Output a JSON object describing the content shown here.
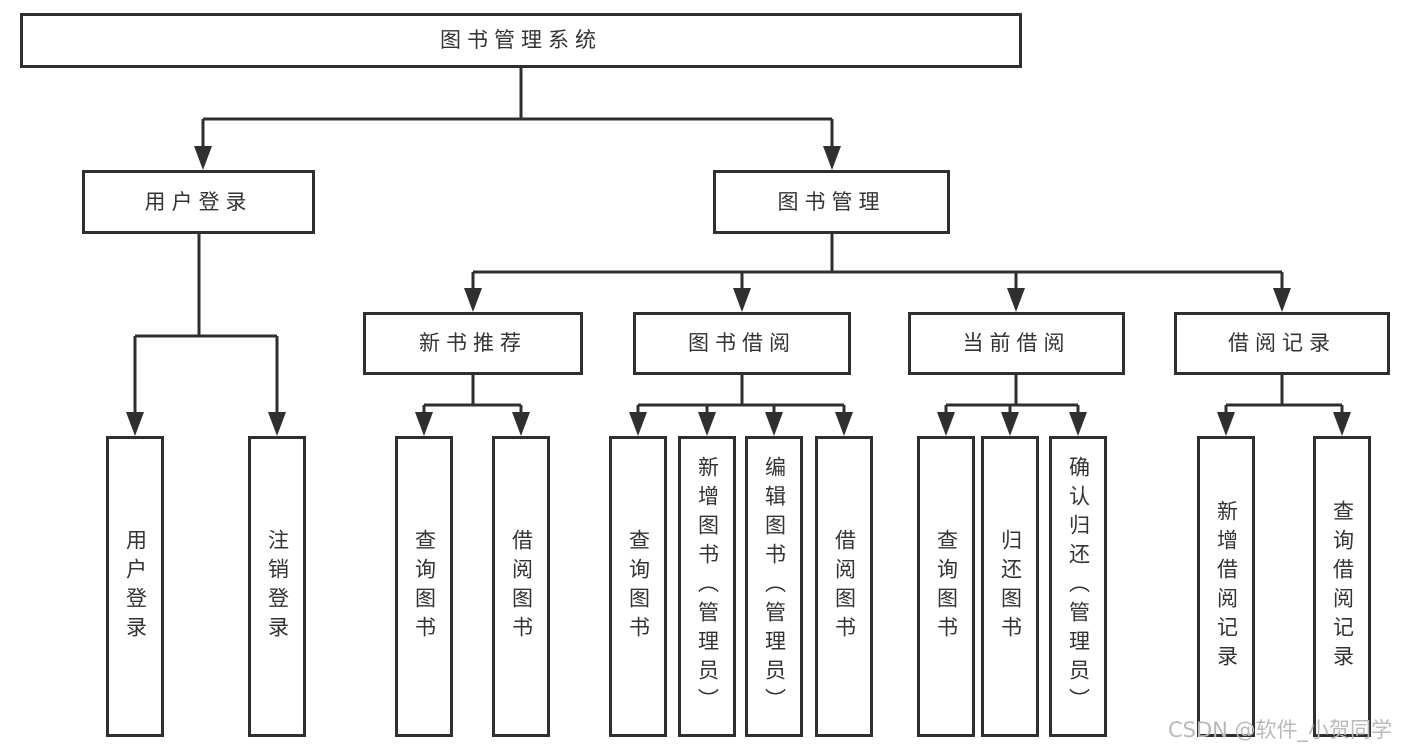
{
  "tree": {
    "label": "图书管理系统",
    "children": [
      {
        "label": "用户登录",
        "children": [
          {
            "label": "用户登录"
          },
          {
            "label": "注销登录"
          }
        ]
      },
      {
        "label": "图书管理",
        "children": [
          {
            "label": "新书推荐",
            "children": [
              {
                "label": "查询图书"
              },
              {
                "label": "借阅图书"
              }
            ]
          },
          {
            "label": "图书借阅",
            "children": [
              {
                "label": "查询图书"
              },
              {
                "label": "新增图书（管理员）"
              },
              {
                "label": "编辑图书（管理员）"
              },
              {
                "label": "借阅图书"
              }
            ]
          },
          {
            "label": "当前借阅",
            "children": [
              {
                "label": "查询图书"
              },
              {
                "label": "归还图书"
              },
              {
                "label": "确认归还（管理员）"
              }
            ]
          },
          {
            "label": "借阅记录",
            "children": [
              {
                "label": "新增借阅记录"
              },
              {
                "label": "查询借阅记录"
              }
            ]
          }
        ]
      }
    ]
  },
  "watermark": {
    "text": "CSDN @软件_小贺同学"
  },
  "colors": {
    "background": "#ffffff",
    "line": "#2f2f2f",
    "box_border": "#2f2f2f",
    "text": "#333333",
    "watermark": "#b9b9b9"
  }
}
